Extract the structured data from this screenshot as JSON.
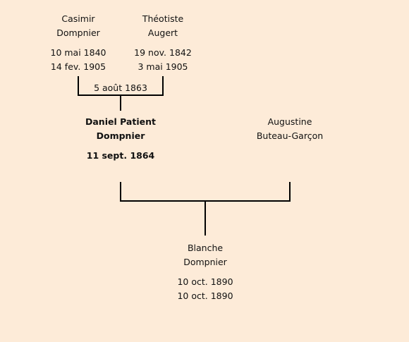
{
  "persons": {
    "father": {
      "name1": "Casimir",
      "name2": "Dompnier",
      "birth": "10 mai 1840",
      "death": "14 fev. 1905"
    },
    "mother": {
      "name1": "Théotiste",
      "name2": "Augert",
      "birth": "19 nov. 1842",
      "death": "3 mai 1905"
    },
    "subject": {
      "name1": "Daniel Patient",
      "name2": "Dompnier",
      "birth": "11 sept. 1864"
    },
    "spouse": {
      "name1": "Augustine",
      "name2": "Buteau-Garçon"
    },
    "child": {
      "name1": "Blanche",
      "name2": "Dompnier",
      "birth": "10 oct. 1890",
      "death": "10 oct. 1890"
    }
  },
  "marriages": {
    "parents": "5 août 1863"
  },
  "colors": {
    "background": "#fdebd8",
    "line": "#000000",
    "text": "#111111"
  }
}
